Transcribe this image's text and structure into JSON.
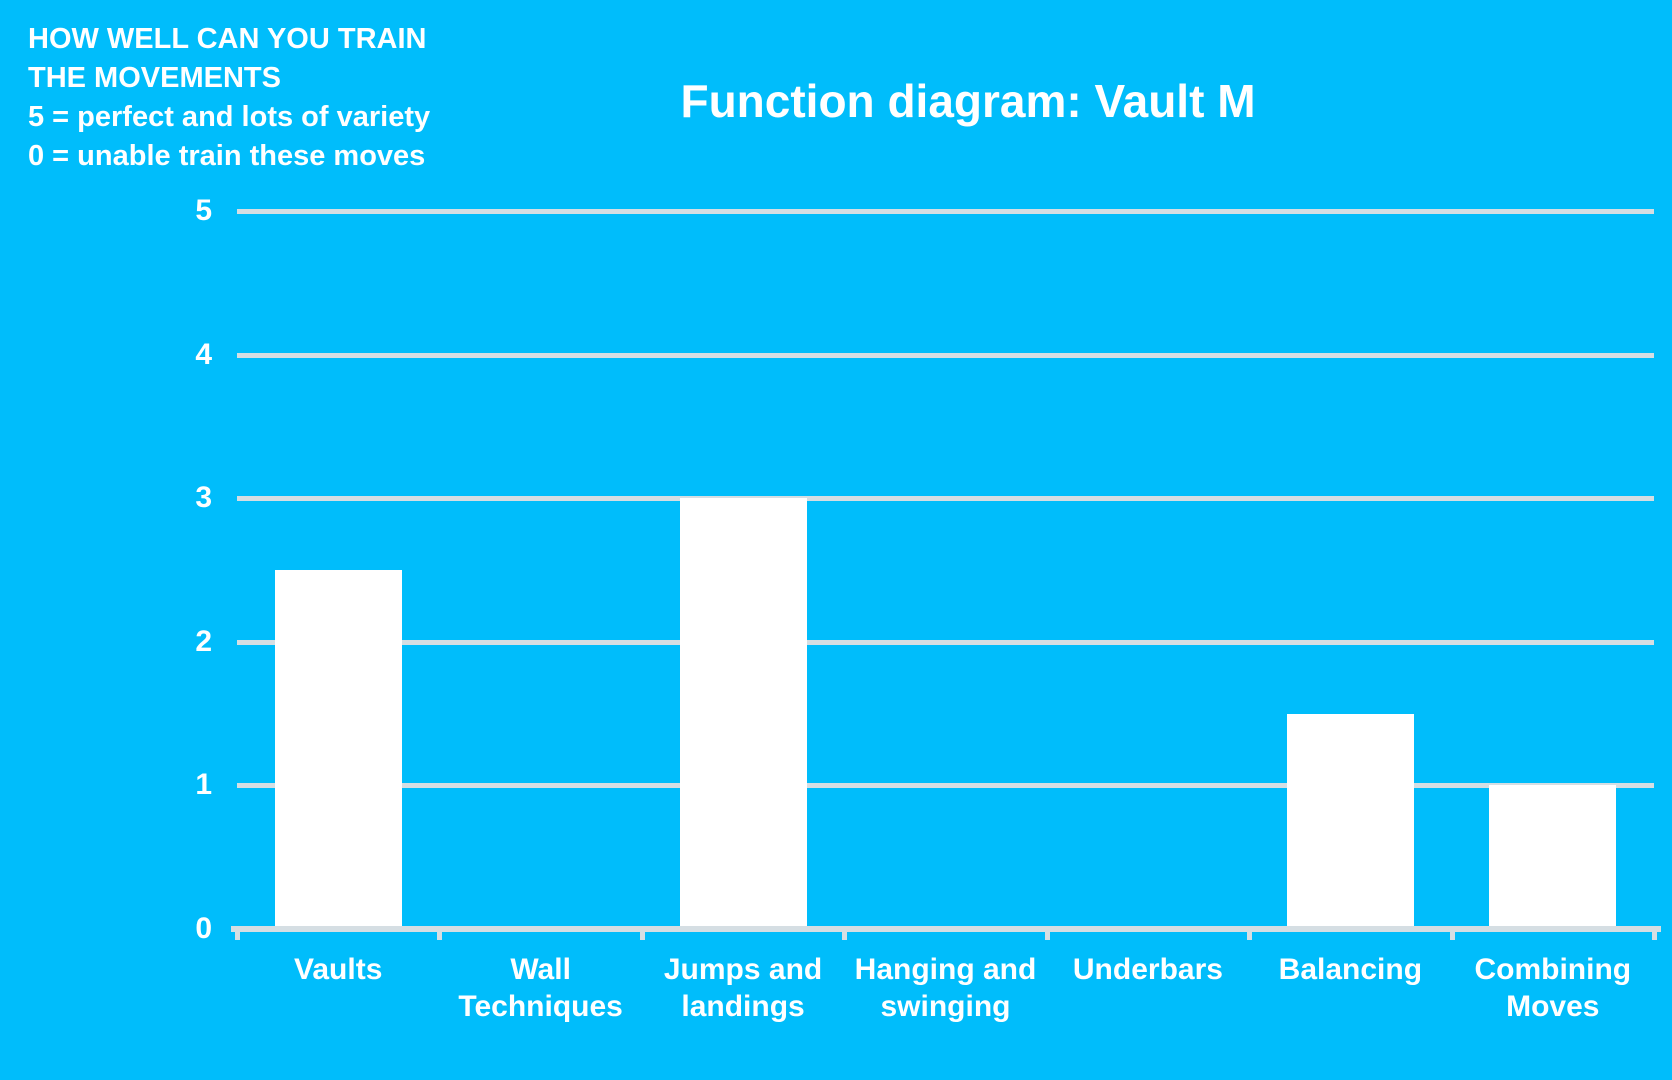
{
  "annotation": {
    "lines": [
      "HOW WELL CAN YOU TRAIN",
      "THE MOVEMENTS",
      "5 = perfect and lots of variety",
      "0 = unable train these moves"
    ]
  },
  "colors": {
    "background": "#00BDFB",
    "bar": "#FFFFFF",
    "gridline": "#D5DEE3",
    "text": "#FFFFFF"
  },
  "chart_data": {
    "type": "bar",
    "title": "Function diagram: Vault M",
    "categories": [
      "Vaults",
      "Wall Techniques",
      "Jumps and landings",
      "Hanging and swinging",
      "Underbars",
      "Balancing",
      "Combining Moves"
    ],
    "values": [
      2.5,
      0,
      3,
      0,
      0,
      1.5,
      1
    ],
    "xlabel": "",
    "ylabel": "",
    "ylim": [
      0,
      5
    ],
    "yticks": [
      0,
      1,
      2,
      3,
      4,
      5
    ],
    "grid": true,
    "legend_position": "none",
    "bar_color": "#FFFFFF",
    "background_color": "#00BDFB"
  }
}
